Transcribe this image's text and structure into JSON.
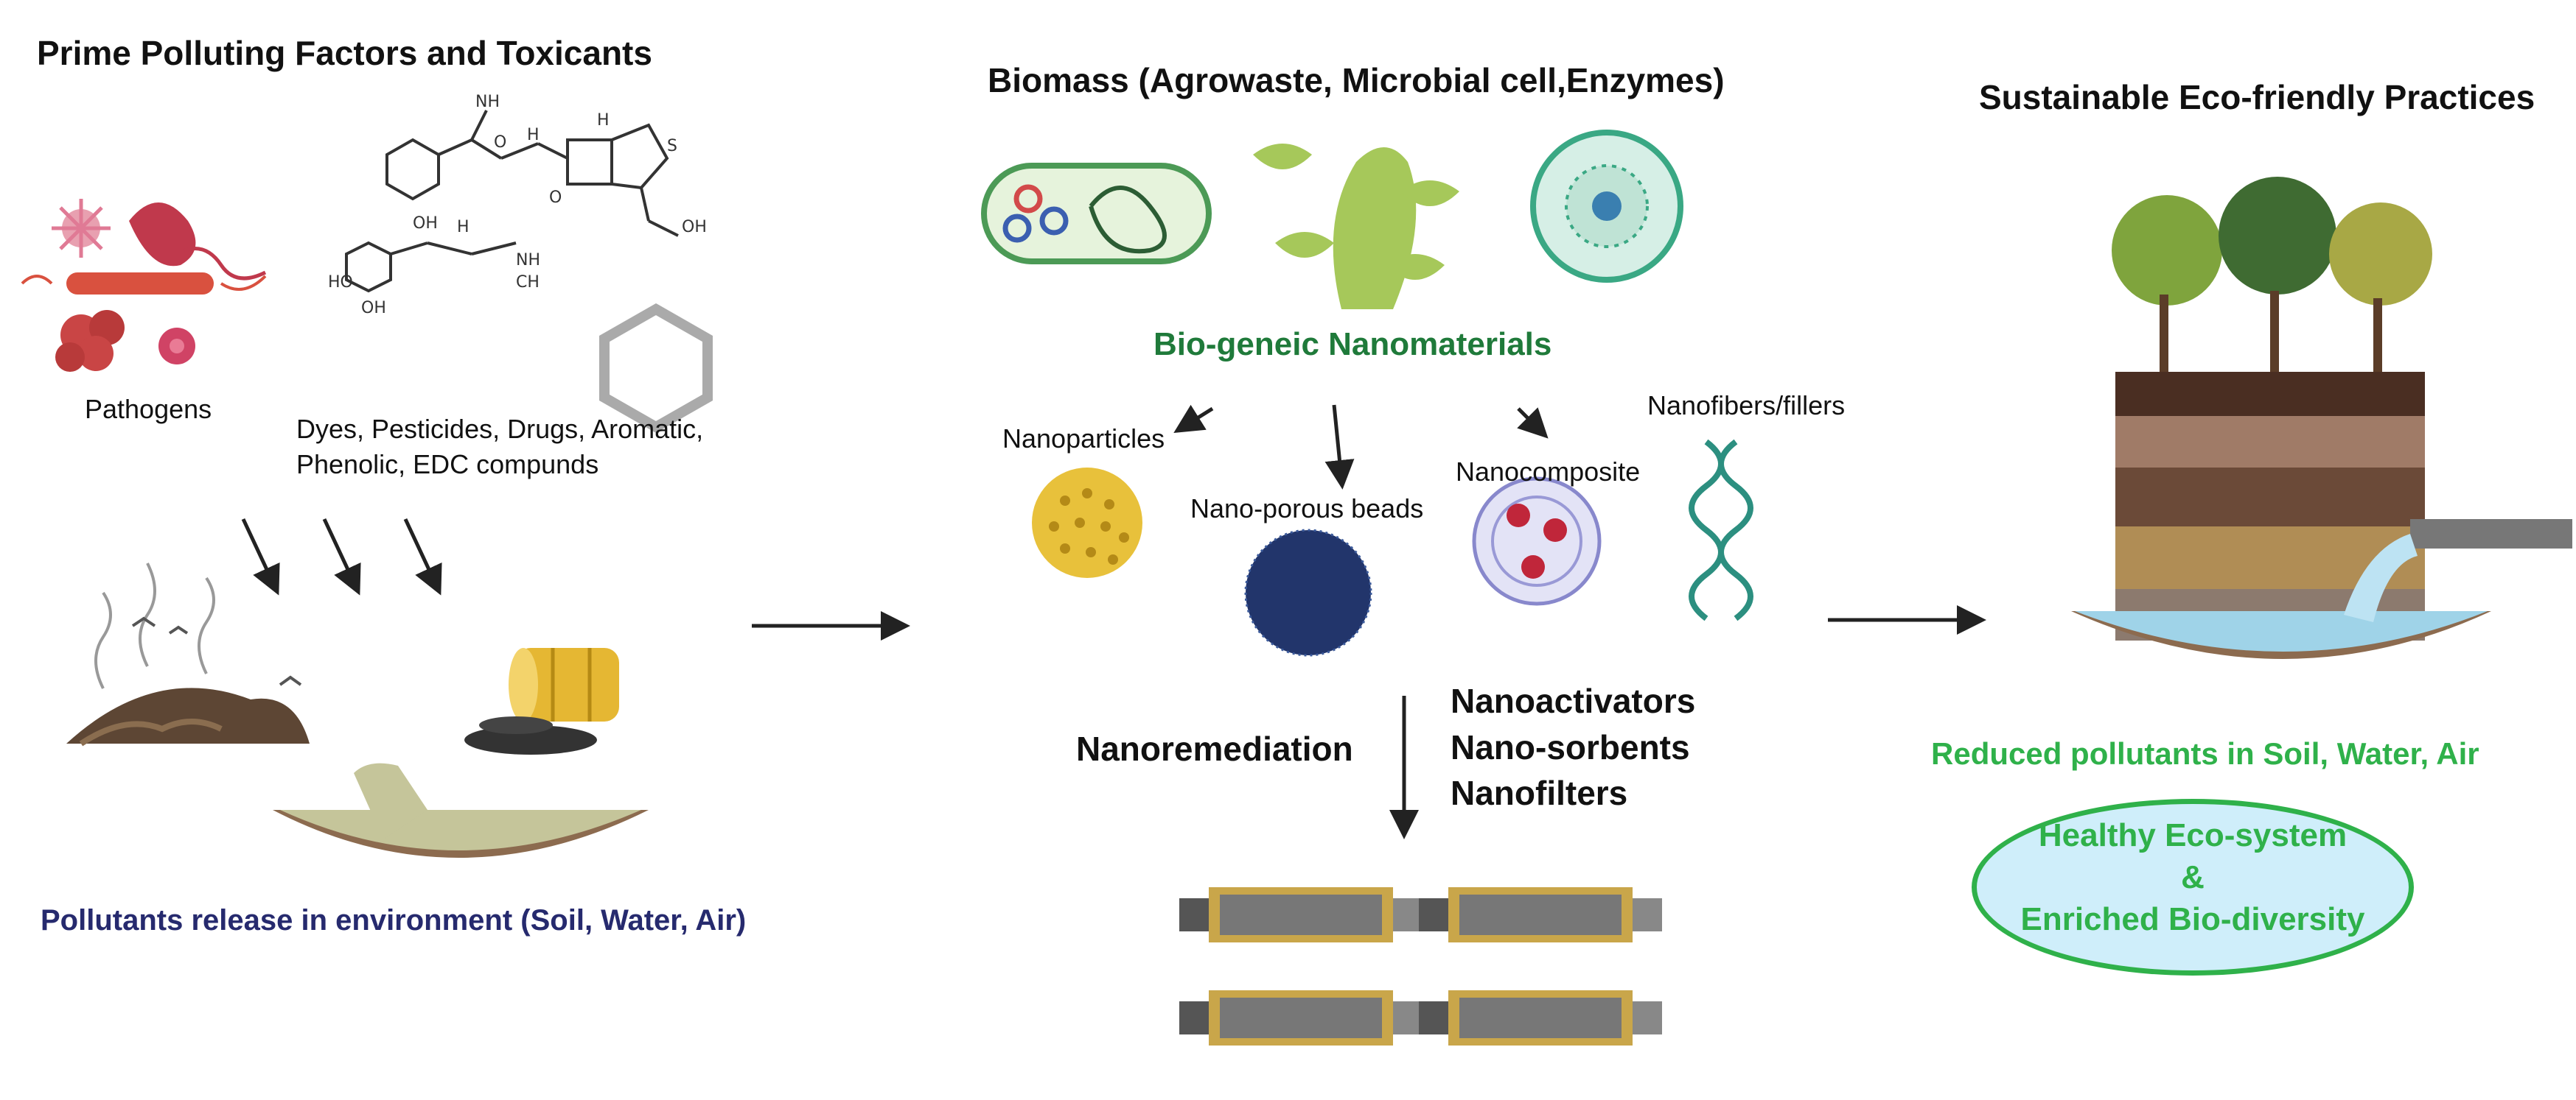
{
  "left": {
    "title": "Prime Polluting Factors and Toxicants",
    "pathogens_label": "Pathogens",
    "chem_label_line1": "Dyes, Pesticides, Drugs, Aromatic,",
    "chem_label_line2": "Phenolic, EDC compunds",
    "release_caption": "Pollutants release in environment (Soil, Water, Air)"
  },
  "middle": {
    "title": "Biomass (Agrowaste, Microbial cell,Enzymes)",
    "biogenic_label": "Bio-geneic Nanomaterials",
    "nanoparticles": "Nanoparticles",
    "nanoporous_beads": "Nano-porous beads",
    "nanocomposite": "Nanocomposite",
    "nanofibers": "Nanofibers/fillers",
    "nanoremediation": "Nanoremediation",
    "tools": [
      "Nanoactivators",
      "Nano-sorbents",
      "Nanofilters"
    ]
  },
  "right": {
    "title": "Sustainable Eco-friendly Practices",
    "reduced_label": "Reduced pollutants in Soil, Water, Air",
    "oval_line1": "Healthy Eco-system",
    "oval_line2": "&",
    "oval_line3": "Enriched Bio-diversity"
  },
  "colors": {
    "green_text": "#2fb14a",
    "dark_green_text": "#1f7a3a",
    "navy_text": "#262a6e",
    "arrow": "#222222",
    "oval_fill": "#cfeefa"
  }
}
